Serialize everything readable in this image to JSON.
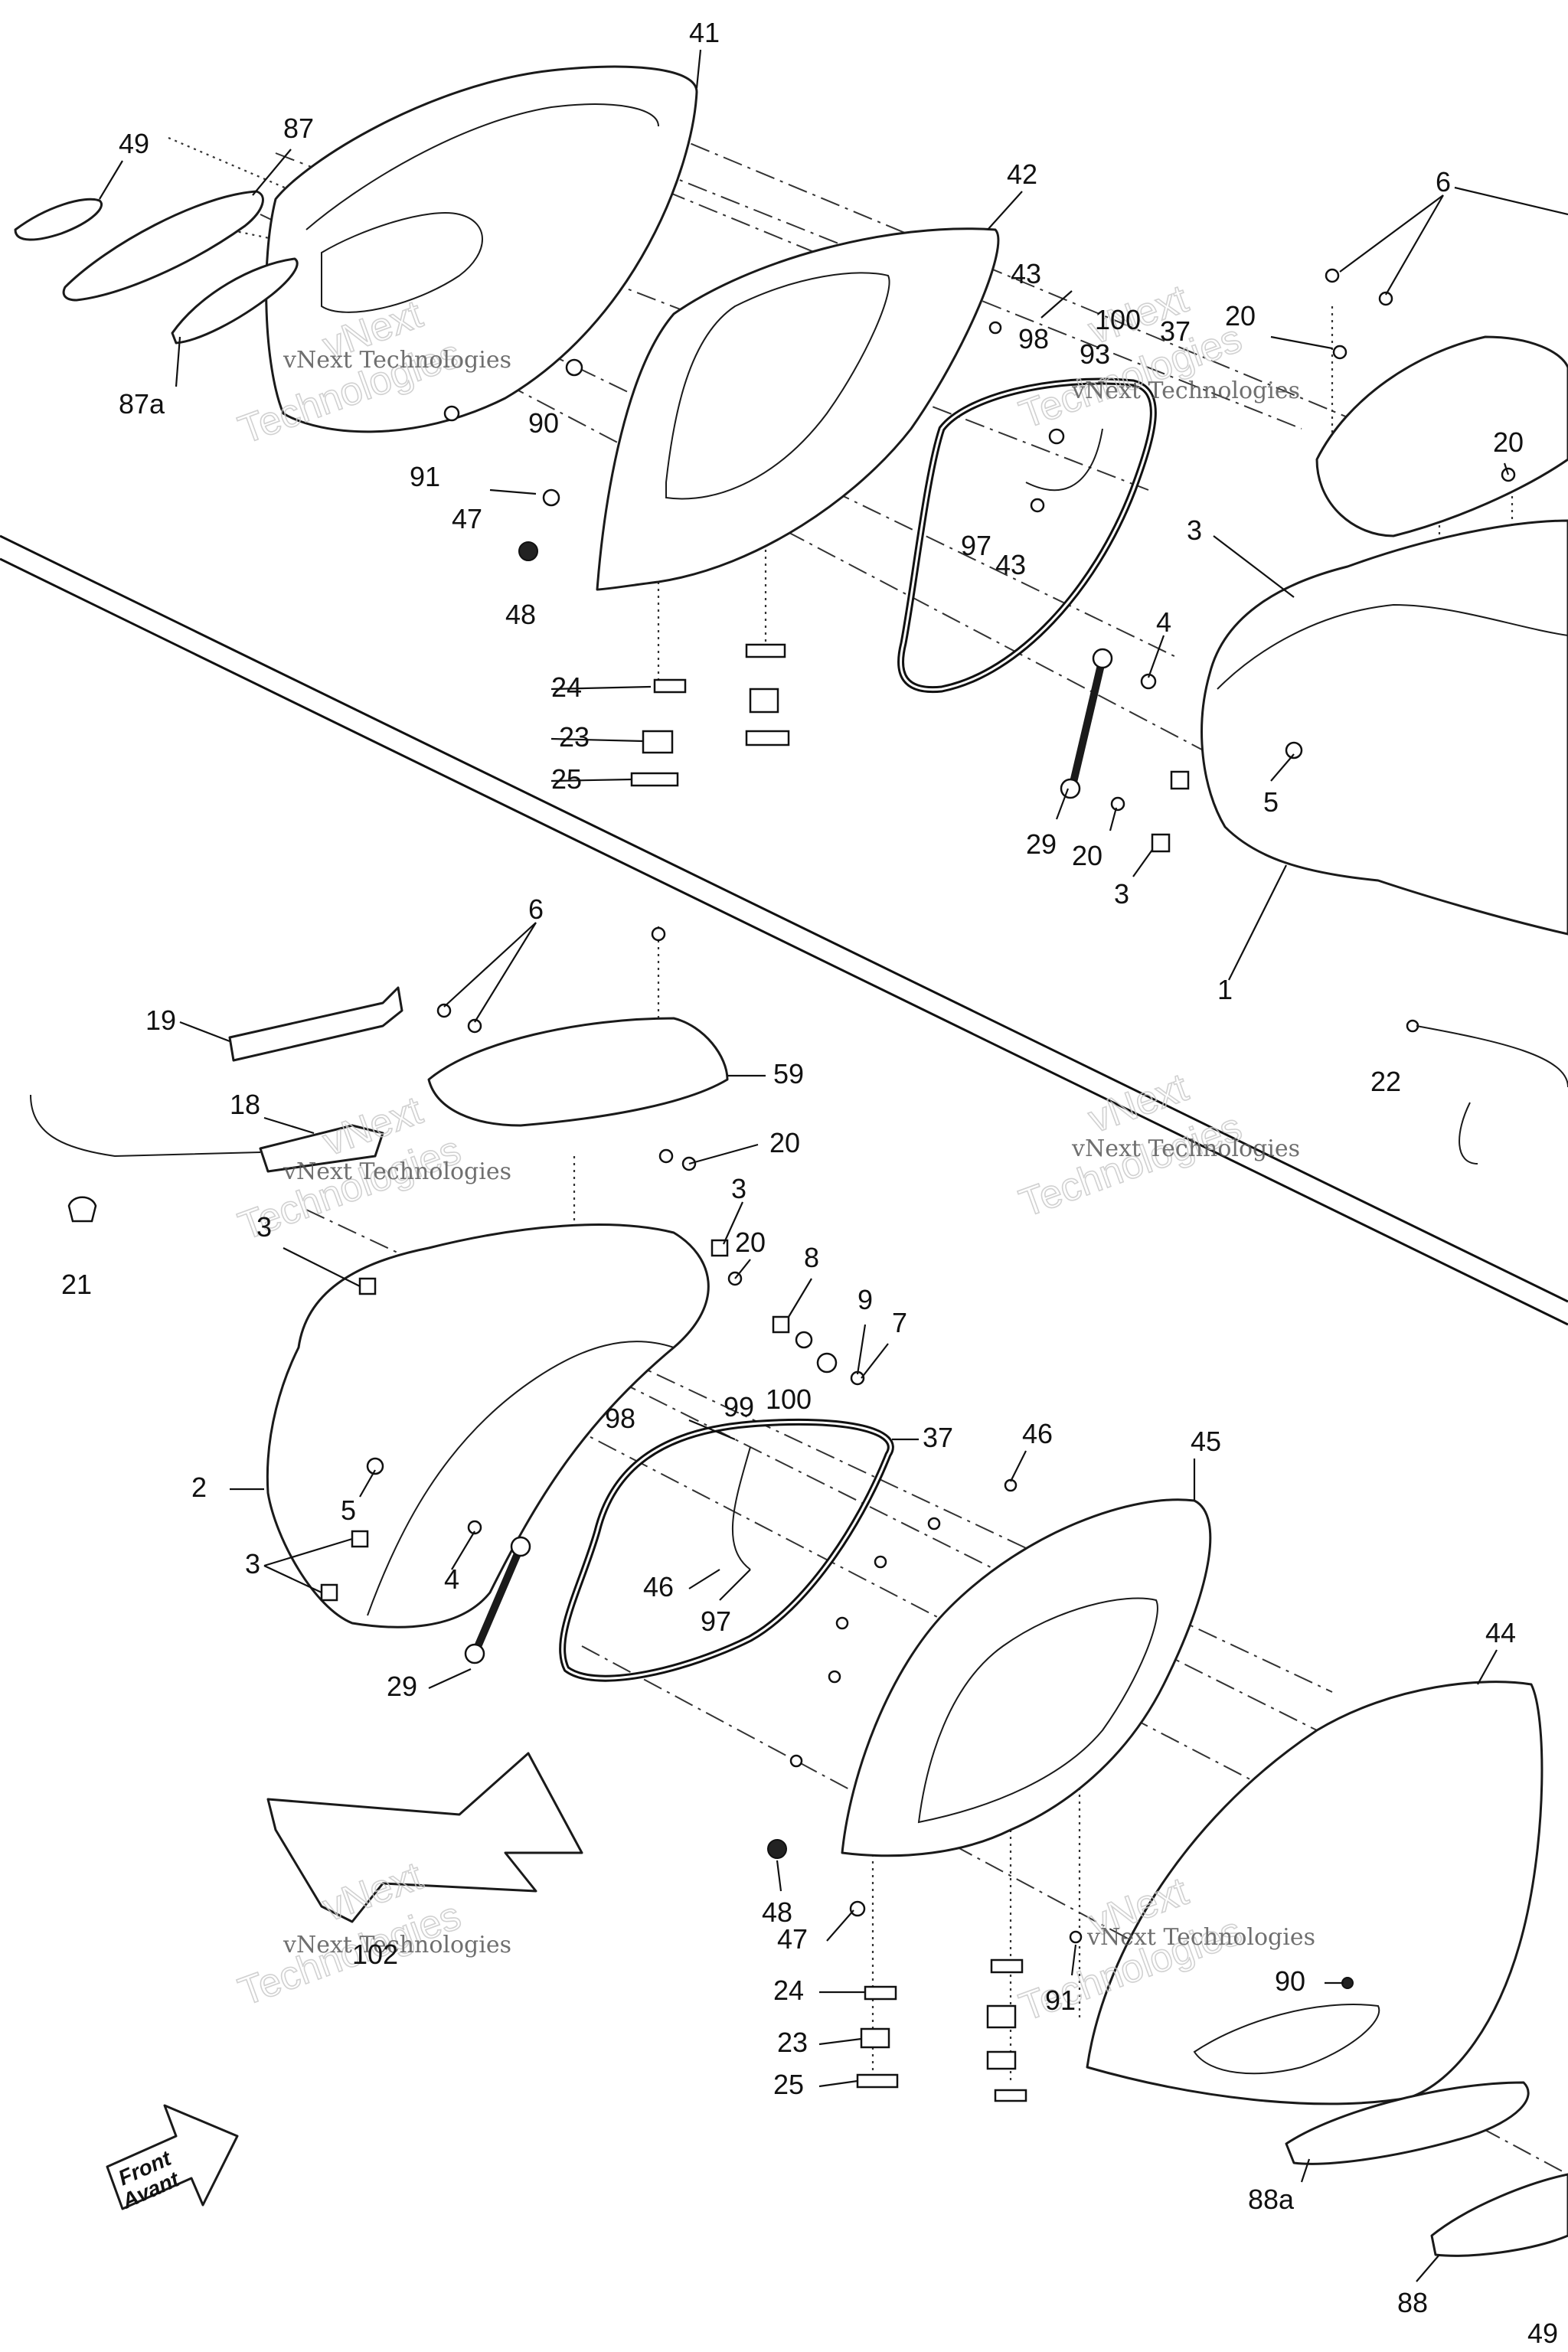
{
  "callouts": {
    "c41": "41",
    "c49a": "49",
    "c87": "87",
    "c87a": "87a",
    "c42": "42",
    "c43a": "43",
    "c98a": "98",
    "c93": "93",
    "c100a": "100",
    "c37a": "37",
    "c20a": "20",
    "c6a": "6",
    "c90a": "90",
    "c91a": "91",
    "c47a": "47",
    "c48a": "48",
    "c97a": "97",
    "c43b": "43",
    "c20b": "20",
    "c3a": "3",
    "c4a": "4",
    "c5a": "5",
    "c24a": "24",
    "c23a": "23",
    "c25a": "25",
    "c29a": "29",
    "c20c": "20",
    "c3b": "3",
    "c1": "1",
    "c22": "22",
    "c6b": "6",
    "c19": "19",
    "c59": "59",
    "c18": "18",
    "c20d": "20",
    "c3c": "3",
    "c20e": "20",
    "c3d": "3",
    "c21": "21",
    "c8": "8",
    "c9": "9",
    "c7": "7",
    "c99": "99",
    "c100b": "100",
    "c98b": "98",
    "c37b": "37",
    "c46a": "46",
    "c45": "45",
    "c2": "2",
    "c5b": "5",
    "c3e": "3",
    "c4b": "4",
    "c46b": "46",
    "c97b": "97",
    "c29b": "29",
    "c44": "44",
    "c48b": "48",
    "c47b": "47",
    "c90b": "90",
    "c24b": "24",
    "c91b": "91",
    "c23b": "23",
    "c25b": "25",
    "c102": "102",
    "c88a": "88a",
    "c88": "88",
    "c49b": "49"
  },
  "watermark": {
    "line1": "vNext Technologies",
    "line2": "vNext",
    "line3": "Technologies"
  },
  "front_arrow": {
    "line1": "Front",
    "line2": "Avant"
  }
}
